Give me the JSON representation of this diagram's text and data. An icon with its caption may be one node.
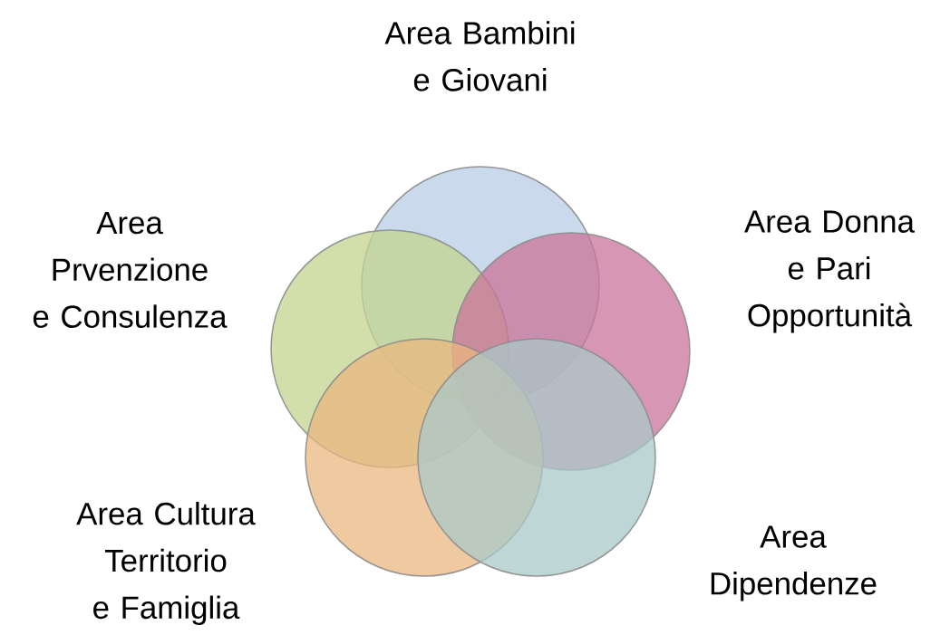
{
  "diagram": {
    "nodes": [
      {
        "text": [
          "Area Bambini e Giovani"
        ]
      },
      {
        "text": [
          "Area Prvenzione e Consulenza"
        ]
      },
      {
        "text": [
          "Area Donna e Pari Opportunità"
        ]
      },
      {
        "text": [
          "Area Cultura Territorio e Famiglia"
        ]
      },
      {
        "text": [
          "Area Dipendenze"
        ]
      }
    ]
  }
}
